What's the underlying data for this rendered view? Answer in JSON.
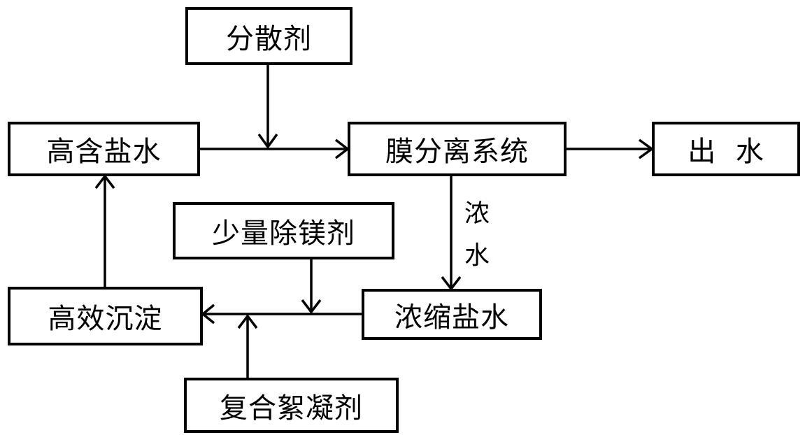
{
  "nodes": {
    "dispersant": "分散剂",
    "high_salt_water": "高含盐水",
    "membrane_system": "膜分离系统",
    "effluent": "出  水",
    "small_mg_remover": "少量除镁剂",
    "efficient_precipitation": "高效沉淀",
    "concentrated_brine": "浓缩盐水",
    "composite_flocculant": "复合絮凝剂"
  },
  "edge_labels": {
    "concentrate_char1": "浓",
    "concentrate_char2": "水"
  }
}
